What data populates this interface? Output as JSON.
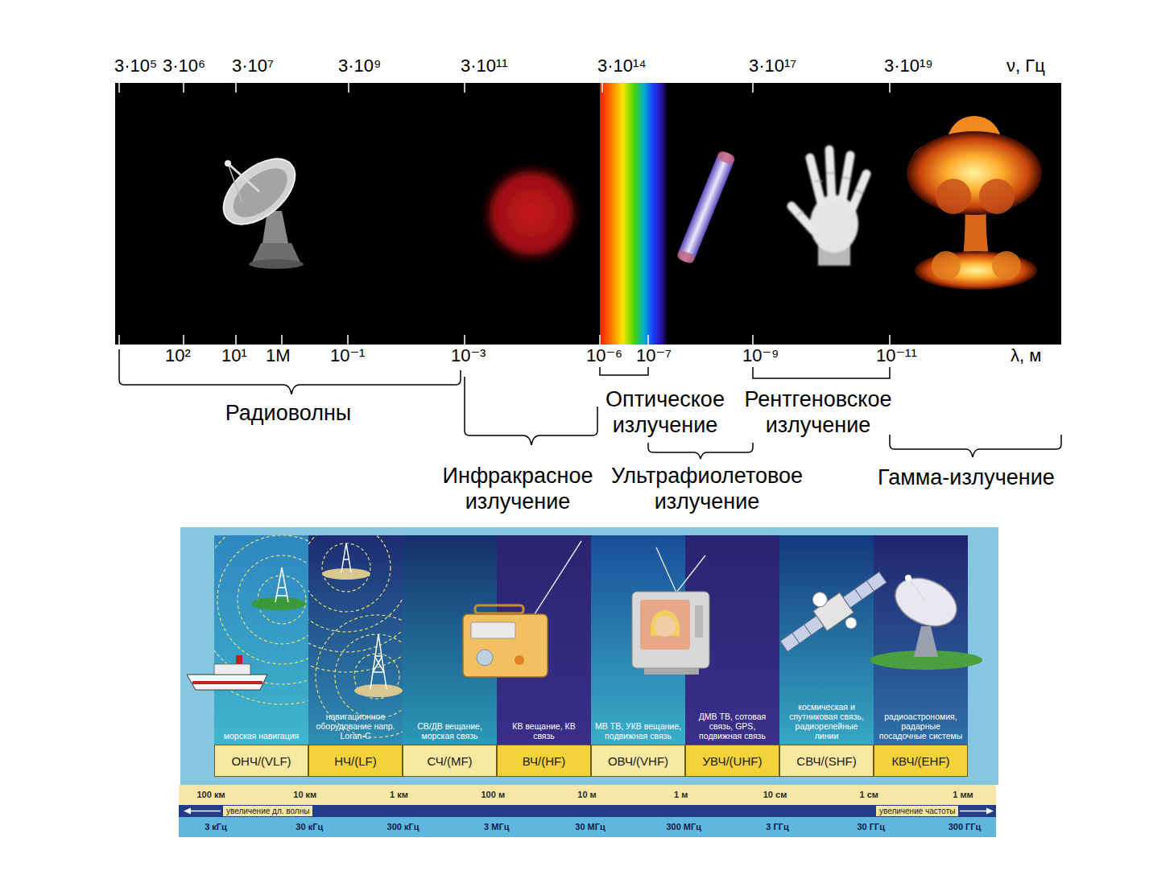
{
  "diagram": {
    "nodes": [
      {
        "text": [
          "морская навигация"
        ]
      },
      {
        "text": [
          "ОНЧ/(VLF)"
        ],
        "in": 0
      },
      {
        "text": [
          "навигационное оборудование напр. Loran-C"
        ]
      },
      {
        "text": [
          "НЧ/(LF)"
        ],
        "in": 2
      },
      {
        "text": [
          "СВ/ДВ вещание, морская связь"
        ]
      },
      {
        "text": [
          "СЧ/(MF)"
        ],
        "in": 4
      },
      {
        "text": [
          "КВ вещание, КВ связь"
        ]
      },
      {
        "text": [
          "ВЧ/(HF)"
        ],
        "in": 6
      },
      {
        "text": [
          "МВ ТВ, УКВ вещание, подвижная связь"
        ]
      },
      {
        "text": [
          "ОВЧ/(VHF)"
        ],
        "in": 8
      },
      {
        "text": [
          "ДМВ ТВ, сотовая связь, GPS, подвижная связь"
        ]
      },
      {
        "text": [
          "УВЧ/(UHF)"
        ],
        "in": 10
      },
      {
        "text": [
          "космическая и спутниковая связь, радиорелейные линии"
        ]
      },
      {
        "text": [
          "СВЧ/(SHF)"
        ],
        "in": 12
      },
      {
        "text": [
          "радиоастрономия, радарные посадочные системы"
        ]
      },
      {
        "text": [
          "КВЧ/(EHF)"
        ],
        "in": 14
      },
      {
        "text": [
          "100 км",
          "10 км",
          "1 км",
          "100 м",
          "10 м",
          "1 м",
          "10 см",
          "1 см",
          "1 мм"
        ]
      },
      {
        "text": [
          "3 кГц",
          "30 кГц",
          "300 кГц",
          "3 МГц",
          "30 МГц",
          "300 МГц",
          "3 ГГц",
          "30 ГГц",
          "300 ГГц"
        ]
      }
    ],
    "labels": [
      "3·10⁵",
      "3·10⁶",
      "3·10⁷",
      "3·10⁹",
      "3·10¹¹",
      "3·10¹⁴",
      "3·10¹⁷",
      "3·10¹⁹",
      "ν, Гц",
      "10²",
      "10¹",
      "1М",
      "10⁻¹",
      "10⁻³",
      "10⁻⁶",
      "10⁻⁷",
      "10⁻⁹",
      "10⁻¹¹",
      "λ, м",
      "Радиоволны",
      "Оптическое излучение",
      "Рентгеновское излучение",
      "Инфракрасное излучение",
      "Ультрафиолетовое излучение",
      "Гамма-излучение",
      "увеличение дл. волны",
      "увеличение частоты"
    ]
  }
}
